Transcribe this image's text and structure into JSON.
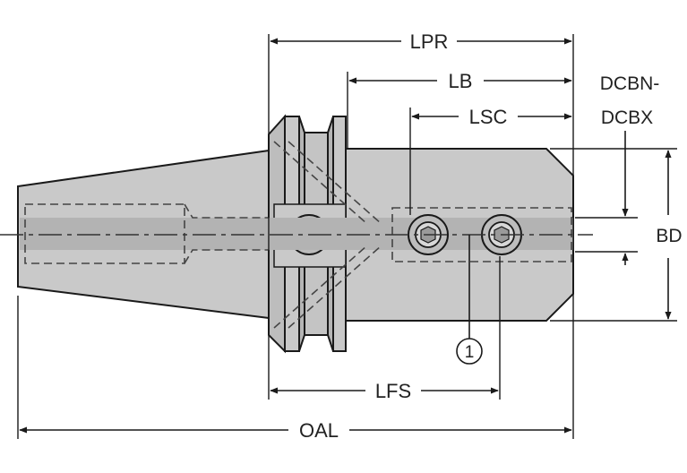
{
  "diagram": {
    "labels": {
      "lpr": "LPR",
      "lb": "LB",
      "lsc": "LSC",
      "dcbn": "DCBN-",
      "dcbx": "DCBX",
      "bd": "BD",
      "lfs": "LFS",
      "oal": "OAL",
      "callout": "1"
    },
    "colors": {
      "body_fill": "#c9c9c9",
      "outline": "#1a1a1a",
      "hidden_line": "#444444",
      "centerline": "#333333",
      "background": "#ffffff"
    }
  }
}
